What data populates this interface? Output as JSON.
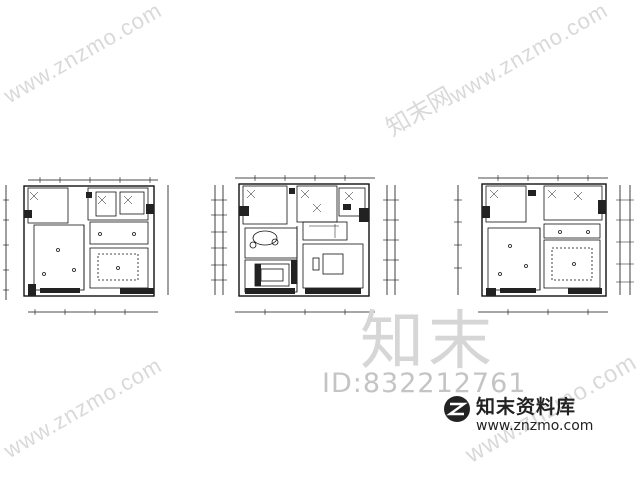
{
  "watermarks": {
    "url": "www.znzmo.com",
    "cn_small": "知末网",
    "brand": "知末",
    "id_text": "ID:832212761",
    "site_name": "知末资料库",
    "site_url": "www.znzmo.com"
  },
  "colors": {
    "line": "#111111",
    "watermark": "#d9d9d9",
    "hatch": "#222222"
  },
  "plans": [
    "floor-plan-left",
    "floor-plan-middle",
    "floor-plan-right"
  ]
}
